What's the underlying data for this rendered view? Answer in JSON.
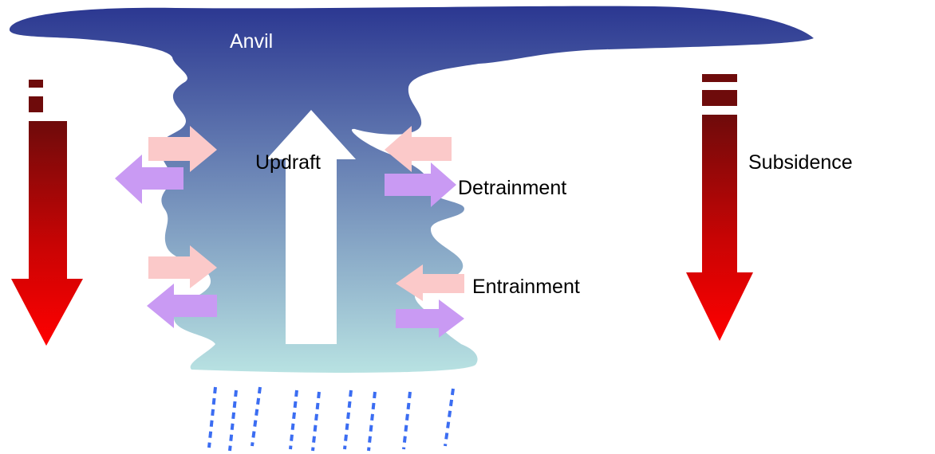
{
  "labels": {
    "anvil": "Anvil",
    "updraft": "Updraft",
    "detrainment": "Detrainment",
    "entrainment": "Entrainment",
    "subsidence": "Subsidence"
  },
  "colors": {
    "cloud_top": "#2b3791",
    "cloud_bottom": "#b8e2e2",
    "entrainment_arrow": "#fbc9c9",
    "detrainment_arrow": "#c99af3",
    "subsidence_dark": "#6e0b0b",
    "subsidence_bright": "#ff0000",
    "rain": "#3b6df2",
    "updraft_arrow": "#ffffff",
    "text_light": "#ffffff",
    "text_dark": "#000000"
  }
}
